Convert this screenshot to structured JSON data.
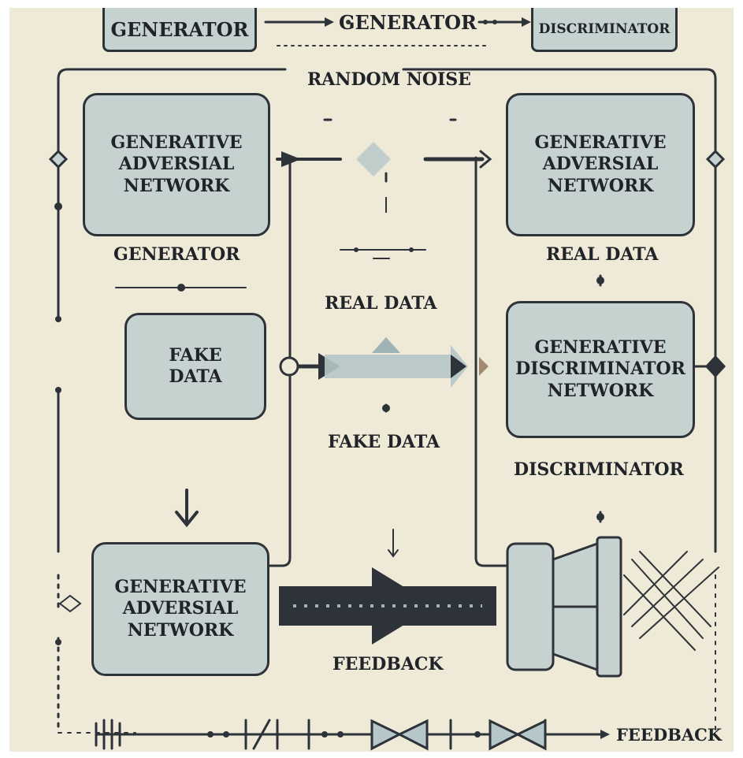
{
  "top": {
    "generator_box": "GENERATOR",
    "generator_label": "GENERATOR",
    "discriminator_box": "DISCRIMINATOR"
  },
  "labels": {
    "random_noise": "RANDOM NOISE",
    "generator": "GENERATOR",
    "real_data_right": "REAL DATA",
    "real_data_center": "REAL DATA",
    "fake_data_center": "FAKE DATA",
    "discriminator": "DISCRIMINATOR",
    "feedback_center": "FEEDBACK",
    "feedback_bottom": "FEEDBACK"
  },
  "boxes": {
    "gan_top_left": [
      "GENERATIVE",
      "ADVERSIAL",
      "NETWORK"
    ],
    "gan_top_right": [
      "GENERATIVE",
      "ADVERSIAL",
      "NETWORK"
    ],
    "fake_data": [
      "FAKE",
      "DATA"
    ],
    "discriminator_network": [
      "GENERATIVE",
      "DISCRIMINATOR",
      "NETWORK"
    ],
    "gan_bottom_left": [
      "GENERATIVE",
      "ADVERSIAL",
      "NETWORK"
    ]
  },
  "colors": {
    "background": "#efe9d8",
    "box_fill": "#c6d2cf",
    "ink": "#2d3338"
  }
}
